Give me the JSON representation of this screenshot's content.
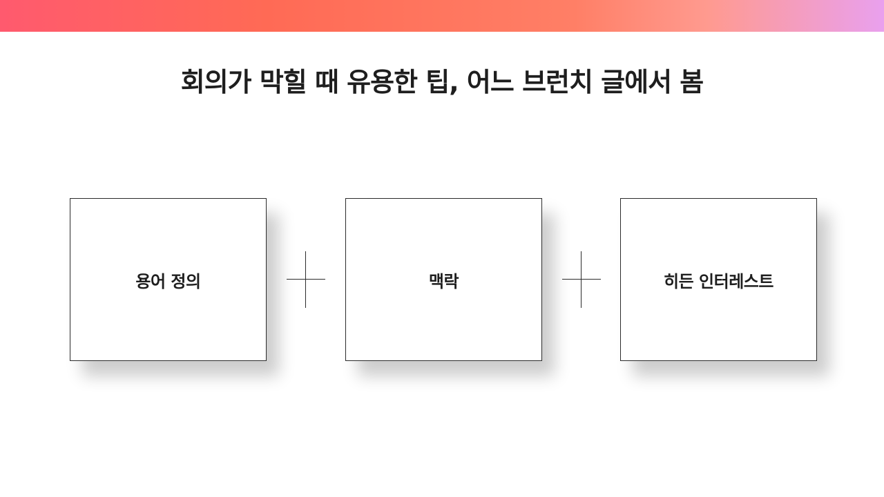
{
  "header": {
    "title": "회의가 막힐 때 유용한 팁, 어느 브런치 글에서 봄"
  },
  "diagram": {
    "boxes": [
      {
        "label": "용어 정의"
      },
      {
        "label": "맥락"
      },
      {
        "label": "히든 인터레스트"
      }
    ],
    "connector": "plus-icon"
  },
  "colors": {
    "gradient_start": "#ff5a6e",
    "gradient_mid": "#ff7f66",
    "gradient_end": "#e9a0ee",
    "text": "#1e1e1e",
    "border": "#2a2a2a"
  }
}
